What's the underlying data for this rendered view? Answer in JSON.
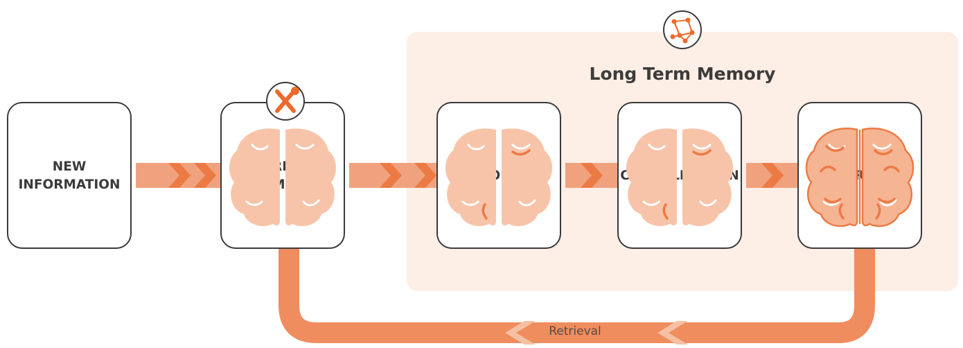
{
  "title": "Long Term Memory",
  "stages": [
    {
      "id": "new-information",
      "label_lines": [
        "NEW",
        "INFORMATION"
      ],
      "brain": "none"
    },
    {
      "id": "working-memory",
      "label_lines": [
        "WORKING",
        "MEMORY"
      ],
      "brain": "plain"
    },
    {
      "id": "encoding",
      "label_lines": [
        "ENCODING"
      ],
      "brain": "partial"
    },
    {
      "id": "consolidation",
      "label_lines": [
        "CONSOLIDATION"
      ],
      "brain": "partial"
    },
    {
      "id": "storage",
      "label_lines": [
        "STORAGE"
      ],
      "brain": "full"
    }
  ],
  "retrieval_label": "Retrieval",
  "icons": {
    "working_memory_badge": "tools-icon",
    "long_term_memory_badge": "network-icon"
  },
  "colors": {
    "arrow": "#f0a27e",
    "arrow_chevron": "#ec7a45",
    "retrieval_band": "#ef8d5e",
    "brain_fill": "#f7c4aa",
    "brain_fill_strong": "#f5b593",
    "brain_line": "#ec7a45",
    "panel": "#fdeee6",
    "text": "#3a3a3a",
    "icon_accent": "#ee6a2b"
  }
}
